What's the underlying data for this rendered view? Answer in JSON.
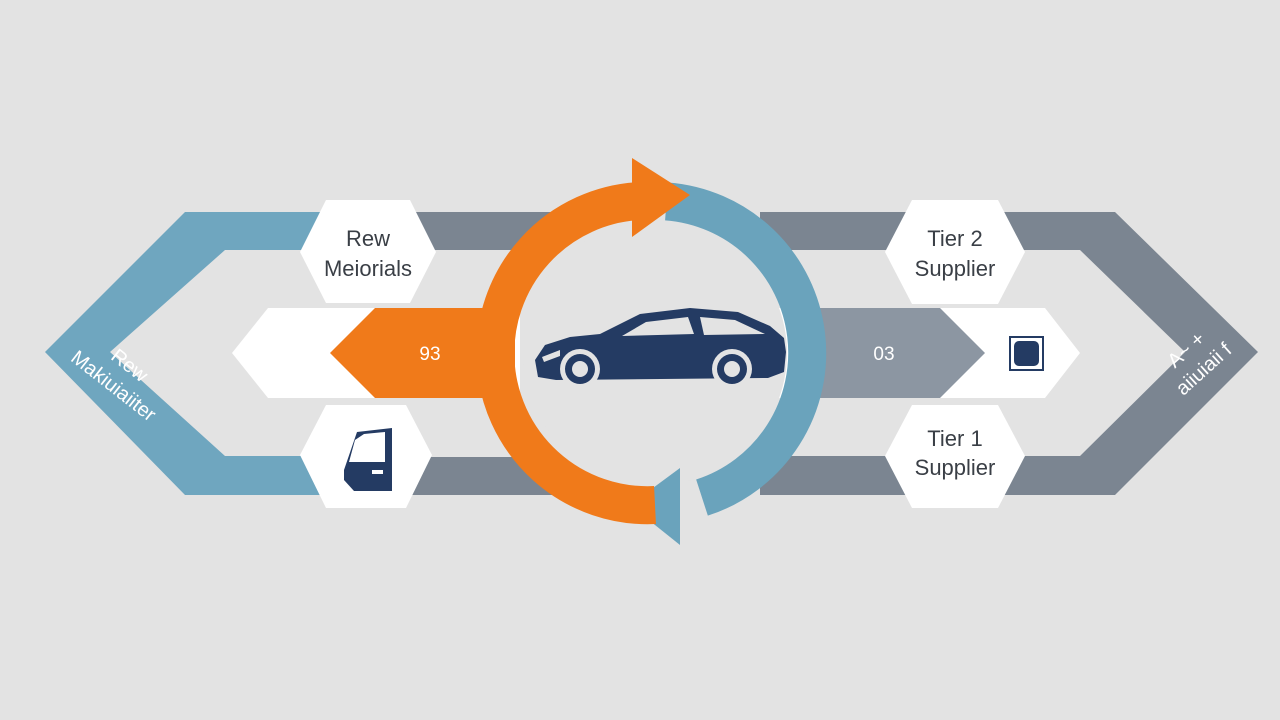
{
  "colors": {
    "background": "#e3e3e3",
    "left_blue": "#6fa6bf",
    "center_blue": "#6aa3bc",
    "gray": "#7b8591",
    "orange": "#f07a1a",
    "navy": "#243b63",
    "white": "#ffffff",
    "label_text": "#3a3f46"
  },
  "nodes": {
    "top_left": {
      "line1": "Rew",
      "line2": "Meiorials"
    },
    "top_right": {
      "line1": "Tier 2",
      "line2": "Supplier"
    },
    "bottom_right": {
      "line1": "Tier 1",
      "line2": "Supplier"
    },
    "bottom_left": {
      "icon": "car-door-icon"
    },
    "center": {
      "icon": "car-icon"
    },
    "right_end": {
      "icon": "square-chip-icon"
    }
  },
  "tags": {
    "left_number": "93",
    "right_number": "03"
  },
  "side_labels": {
    "left_line1": "Rew",
    "left_line2": "Makiuiaiiter",
    "right_line1": "A~ +",
    "right_line2": "aiiuiaii f"
  }
}
